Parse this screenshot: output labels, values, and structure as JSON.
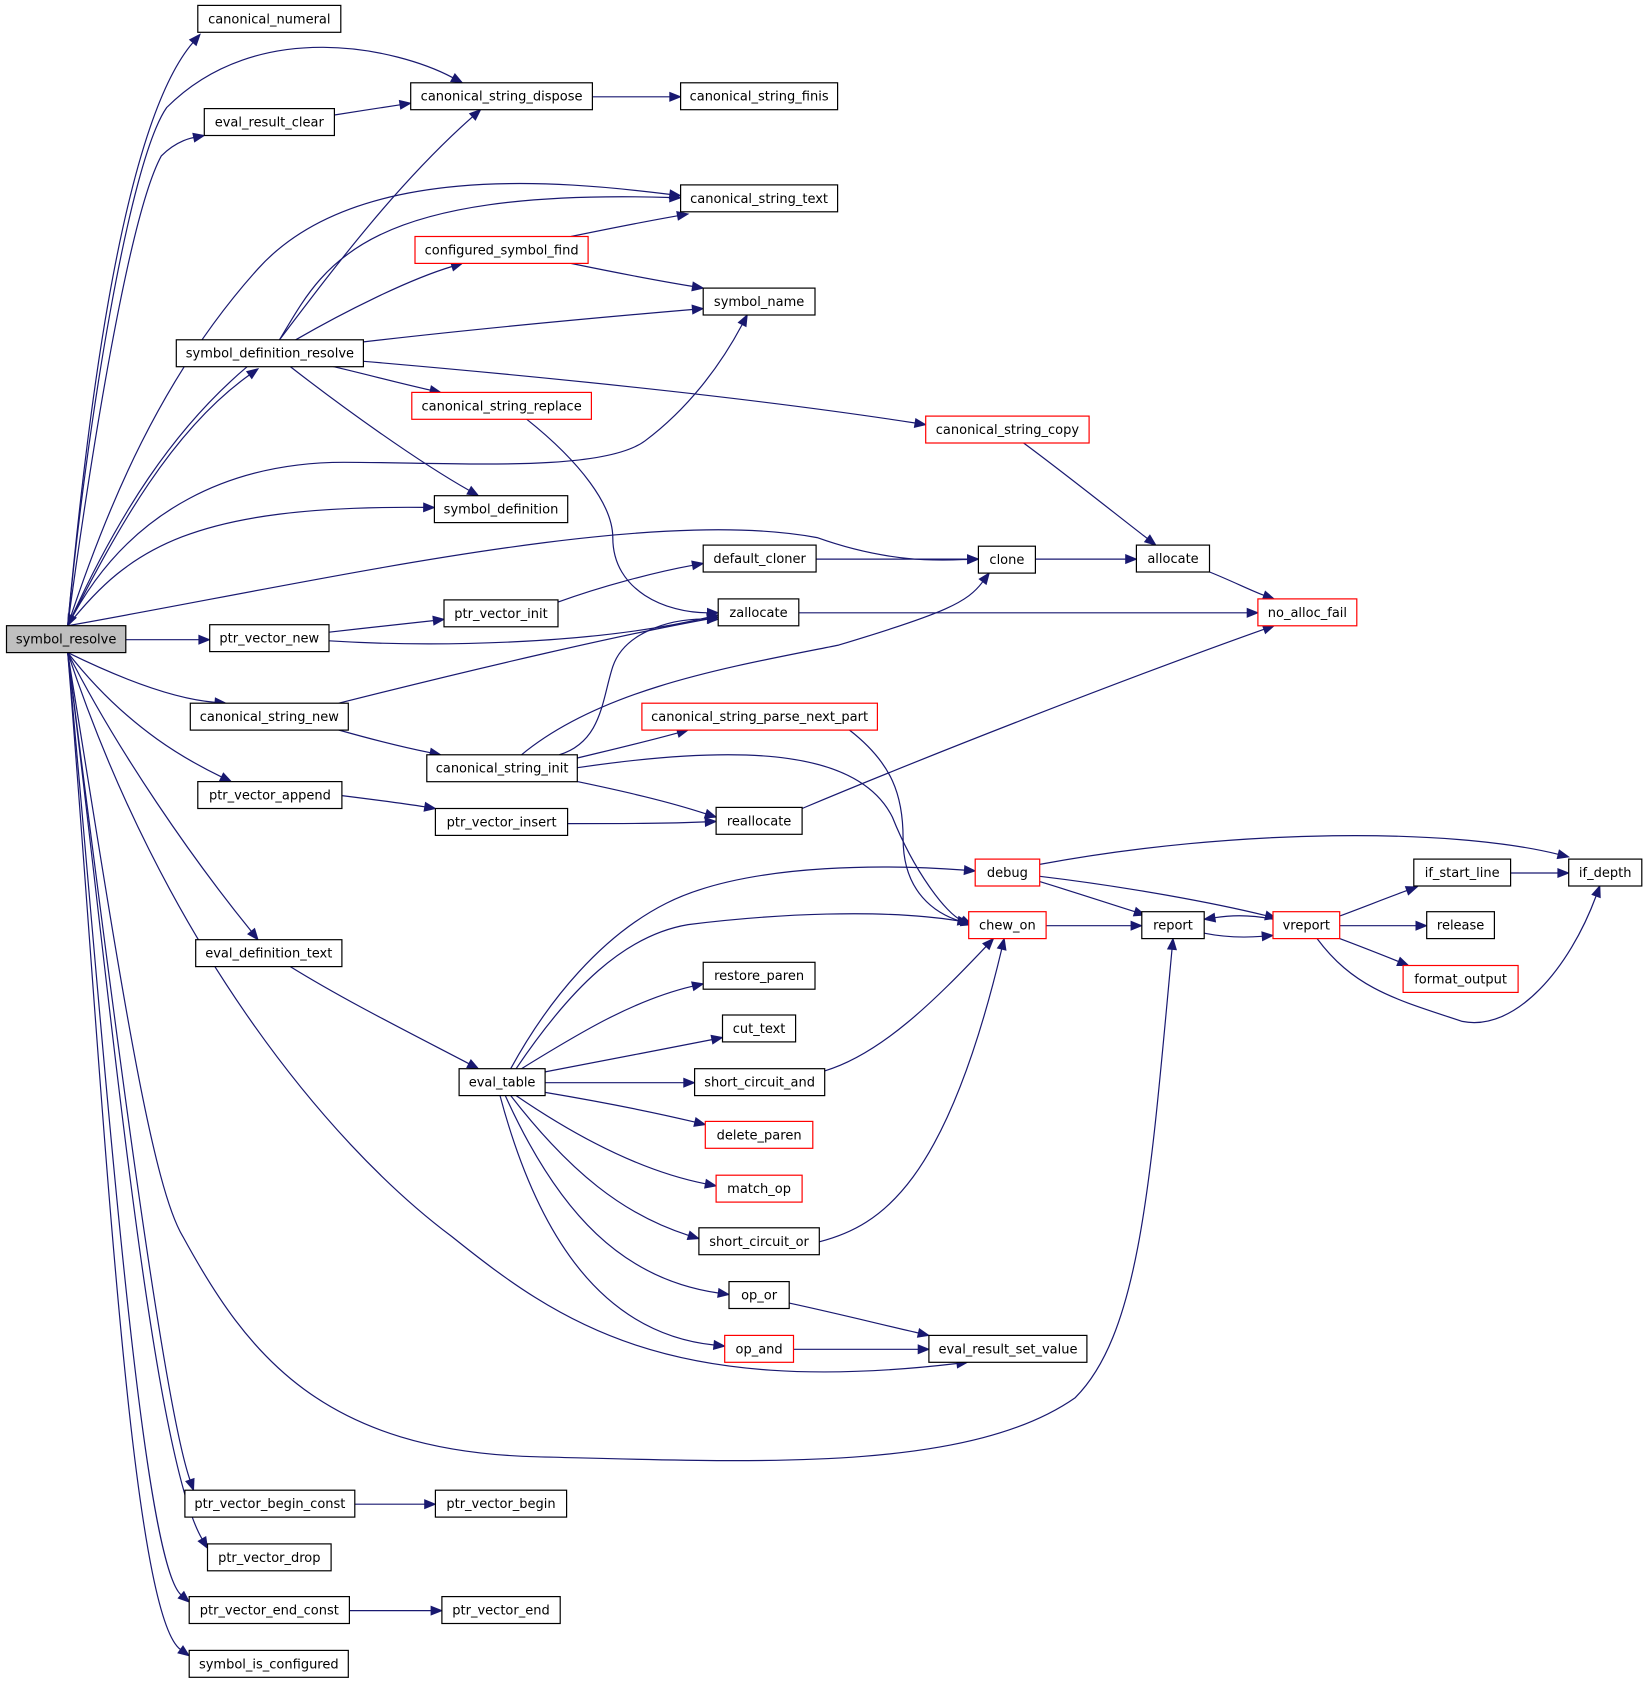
{
  "diagram": {
    "type": "call-graph",
    "colors": {
      "edge": "#191970",
      "node_border": "#000000",
      "truncated_border": "#ff0000",
      "root_fill": "#bfbfbf"
    },
    "nodes": [
      {
        "id": "symbol_resolve",
        "label": "symbol_resolve",
        "style": "root"
      },
      {
        "id": "canonical_numeral",
        "label": "canonical_numeral",
        "style": "normal"
      },
      {
        "id": "canonical_string_dispose",
        "label": "canonical_string_dispose",
        "style": "normal"
      },
      {
        "id": "canonical_string_finis",
        "label": "canonical_string_finis",
        "style": "normal"
      },
      {
        "id": "eval_result_clear",
        "label": "eval_result_clear",
        "style": "normal"
      },
      {
        "id": "canonical_string_text",
        "label": "canonical_string_text",
        "style": "normal"
      },
      {
        "id": "configured_symbol_find",
        "label": "configured_symbol_find",
        "style": "truncated"
      },
      {
        "id": "symbol_name",
        "label": "symbol_name",
        "style": "normal"
      },
      {
        "id": "symbol_definition_resolve",
        "label": "symbol_definition_resolve",
        "style": "normal"
      },
      {
        "id": "canonical_string_replace",
        "label": "canonical_string_replace",
        "style": "truncated"
      },
      {
        "id": "canonical_string_copy",
        "label": "canonical_string_copy",
        "style": "truncated"
      },
      {
        "id": "symbol_definition",
        "label": "symbol_definition",
        "style": "normal"
      },
      {
        "id": "default_cloner",
        "label": "default_cloner",
        "style": "normal"
      },
      {
        "id": "clone",
        "label": "clone",
        "style": "normal"
      },
      {
        "id": "allocate",
        "label": "allocate",
        "style": "normal"
      },
      {
        "id": "ptr_vector_init",
        "label": "ptr_vector_init",
        "style": "normal"
      },
      {
        "id": "zallocate",
        "label": "zallocate",
        "style": "normal"
      },
      {
        "id": "no_alloc_fail",
        "label": "no_alloc_fail",
        "style": "truncated"
      },
      {
        "id": "ptr_vector_new",
        "label": "ptr_vector_new",
        "style": "normal"
      },
      {
        "id": "canonical_string_new",
        "label": "canonical_string_new",
        "style": "normal"
      },
      {
        "id": "canonical_string_parse_next_part",
        "label": "canonical_string_parse_next_part",
        "style": "truncated"
      },
      {
        "id": "canonical_string_init",
        "label": "canonical_string_init",
        "style": "normal"
      },
      {
        "id": "ptr_vector_append",
        "label": "ptr_vector_append",
        "style": "normal"
      },
      {
        "id": "ptr_vector_insert",
        "label": "ptr_vector_insert",
        "style": "normal"
      },
      {
        "id": "reallocate",
        "label": "reallocate",
        "style": "normal"
      },
      {
        "id": "debug",
        "label": "debug",
        "style": "truncated"
      },
      {
        "id": "if_start_line",
        "label": "if_start_line",
        "style": "normal"
      },
      {
        "id": "if_depth",
        "label": "if_depth",
        "style": "normal"
      },
      {
        "id": "chew_on",
        "label": "chew_on",
        "style": "truncated"
      },
      {
        "id": "report",
        "label": "report",
        "style": "normal"
      },
      {
        "id": "vreport",
        "label": "vreport",
        "style": "truncated"
      },
      {
        "id": "release",
        "label": "release",
        "style": "normal"
      },
      {
        "id": "eval_definition_text",
        "label": "eval_definition_text",
        "style": "normal"
      },
      {
        "id": "restore_paren",
        "label": "restore_paren",
        "style": "normal"
      },
      {
        "id": "format_output",
        "label": "format_output",
        "style": "truncated"
      },
      {
        "id": "cut_text",
        "label": "cut_text",
        "style": "normal"
      },
      {
        "id": "eval_table",
        "label": "eval_table",
        "style": "normal"
      },
      {
        "id": "short_circuit_and",
        "label": "short_circuit_and",
        "style": "normal"
      },
      {
        "id": "delete_paren",
        "label": "delete_paren",
        "style": "truncated"
      },
      {
        "id": "match_op",
        "label": "match_op",
        "style": "truncated"
      },
      {
        "id": "short_circuit_or",
        "label": "short_circuit_or",
        "style": "normal"
      },
      {
        "id": "op_or",
        "label": "op_or",
        "style": "normal"
      },
      {
        "id": "op_and",
        "label": "op_and",
        "style": "truncated"
      },
      {
        "id": "eval_result_set_value",
        "label": "eval_result_set_value",
        "style": "normal"
      },
      {
        "id": "ptr_vector_begin_const",
        "label": "ptr_vector_begin_const",
        "style": "normal"
      },
      {
        "id": "ptr_vector_begin",
        "label": "ptr_vector_begin",
        "style": "normal"
      },
      {
        "id": "ptr_vector_drop",
        "label": "ptr_vector_drop",
        "style": "normal"
      },
      {
        "id": "ptr_vector_end_const",
        "label": "ptr_vector_end_const",
        "style": "normal"
      },
      {
        "id": "ptr_vector_end",
        "label": "ptr_vector_end",
        "style": "normal"
      },
      {
        "id": "symbol_is_configured",
        "label": "symbol_is_configured",
        "style": "normal"
      }
    ],
    "edges": [
      [
        "symbol_resolve",
        "canonical_numeral"
      ],
      [
        "symbol_resolve",
        "canonical_string_dispose"
      ],
      [
        "symbol_resolve",
        "eval_result_clear"
      ],
      [
        "symbol_resolve",
        "canonical_string_text"
      ],
      [
        "symbol_resolve",
        "symbol_definition_resolve"
      ],
      [
        "symbol_resolve",
        "symbol_name"
      ],
      [
        "symbol_resolve",
        "symbol_definition"
      ],
      [
        "symbol_resolve",
        "clone"
      ],
      [
        "symbol_resolve",
        "ptr_vector_new"
      ],
      [
        "symbol_resolve",
        "canonical_string_new"
      ],
      [
        "symbol_resolve",
        "ptr_vector_append"
      ],
      [
        "symbol_resolve",
        "eval_definition_text"
      ],
      [
        "symbol_resolve",
        "eval_result_set_value"
      ],
      [
        "symbol_resolve",
        "report"
      ],
      [
        "symbol_resolve",
        "ptr_vector_begin_const"
      ],
      [
        "symbol_resolve",
        "ptr_vector_drop"
      ],
      [
        "symbol_resolve",
        "ptr_vector_end_const"
      ],
      [
        "symbol_resolve",
        "symbol_is_configured"
      ],
      [
        "canonical_string_dispose",
        "canonical_string_finis"
      ],
      [
        "eval_result_clear",
        "canonical_string_dispose"
      ],
      [
        "symbol_definition_resolve",
        "canonical_string_dispose"
      ],
      [
        "symbol_definition_resolve",
        "canonical_string_text"
      ],
      [
        "symbol_definition_resolve",
        "configured_symbol_find"
      ],
      [
        "symbol_definition_resolve",
        "symbol_name"
      ],
      [
        "symbol_definition_resolve",
        "canonical_string_replace"
      ],
      [
        "symbol_definition_resolve",
        "canonical_string_copy"
      ],
      [
        "symbol_definition_resolve",
        "symbol_definition"
      ],
      [
        "symbol_definition_resolve",
        "symbol_resolve"
      ],
      [
        "configured_symbol_find",
        "canonical_string_text"
      ],
      [
        "configured_symbol_find",
        "symbol_name"
      ],
      [
        "canonical_string_replace",
        "zallocate"
      ],
      [
        "canonical_string_copy",
        "allocate"
      ],
      [
        "default_cloner",
        "clone"
      ],
      [
        "clone",
        "allocate"
      ],
      [
        "allocate",
        "no_alloc_fail"
      ],
      [
        "ptr_vector_init",
        "default_cloner"
      ],
      [
        "zallocate",
        "no_alloc_fail"
      ],
      [
        "ptr_vector_new",
        "ptr_vector_init"
      ],
      [
        "ptr_vector_new",
        "zallocate"
      ],
      [
        "canonical_string_new",
        "zallocate"
      ],
      [
        "canonical_string_new",
        "canonical_string_init"
      ],
      [
        "canonical_string_init",
        "zallocate"
      ],
      [
        "canonical_string_init",
        "clone"
      ],
      [
        "canonical_string_init",
        "canonical_string_parse_next_part"
      ],
      [
        "canonical_string_init",
        "reallocate"
      ],
      [
        "canonical_string_init",
        "chew_on"
      ],
      [
        "canonical_string_parse_next_part",
        "chew_on"
      ],
      [
        "ptr_vector_append",
        "ptr_vector_insert"
      ],
      [
        "ptr_vector_insert",
        "reallocate"
      ],
      [
        "reallocate",
        "no_alloc_fail"
      ],
      [
        "debug",
        "if_depth"
      ],
      [
        "debug",
        "report"
      ],
      [
        "debug",
        "vreport"
      ],
      [
        "chew_on",
        "report"
      ],
      [
        "report",
        "vreport"
      ],
      [
        "vreport",
        "report"
      ],
      [
        "vreport",
        "if_start_line"
      ],
      [
        "vreport",
        "release"
      ],
      [
        "vreport",
        "format_output"
      ],
      [
        "vreport",
        "if_depth"
      ],
      [
        "if_start_line",
        "if_depth"
      ],
      [
        "eval_definition_text",
        "eval_table"
      ],
      [
        "eval_table",
        "debug"
      ],
      [
        "eval_table",
        "chew_on"
      ],
      [
        "eval_table",
        "restore_paren"
      ],
      [
        "eval_table",
        "cut_text"
      ],
      [
        "eval_table",
        "short_circuit_and"
      ],
      [
        "eval_table",
        "delete_paren"
      ],
      [
        "eval_table",
        "match_op"
      ],
      [
        "eval_table",
        "short_circuit_or"
      ],
      [
        "eval_table",
        "op_or"
      ],
      [
        "eval_table",
        "op_and"
      ],
      [
        "short_circuit_and",
        "chew_on"
      ],
      [
        "short_circuit_or",
        "chew_on"
      ],
      [
        "op_or",
        "eval_result_set_value"
      ],
      [
        "op_and",
        "eval_result_set_value"
      ],
      [
        "ptr_vector_begin_const",
        "ptr_vector_begin"
      ],
      [
        "ptr_vector_end_const",
        "ptr_vector_end"
      ]
    ]
  }
}
